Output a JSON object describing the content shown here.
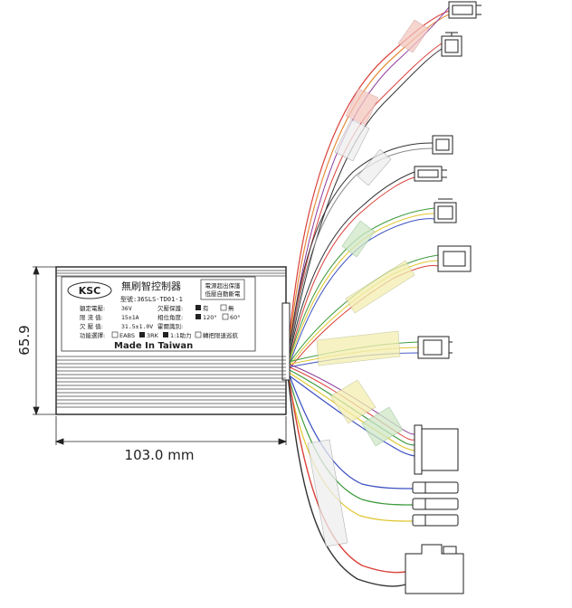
{
  "dimensions": {
    "width_label": "103.0  mm",
    "height_label": "65.9"
  },
  "label": {
    "brand": "KSC",
    "title": "無刷智控制器",
    "model": "型號:36SLS-TD01-1",
    "boxed_1": "電源超出保護",
    "boxed_2": "低壓自動斷電",
    "row1_left_label": "額定電壓:",
    "row1_left_value": "36V",
    "row1_mid_label": "欠壓保護:",
    "row1_opt_a": "有",
    "row1_opt_b": "無",
    "row2_left_label": "限 流 值:",
    "row2_left_value": "15±1A",
    "row2_mid_label": "相位角度:",
    "row2_opt_a": "120°",
    "row2_opt_b": "60°",
    "row3_left_label": "欠 壓 值:",
    "row3_left_value": "31.5±1.0V",
    "row3_mid_label": "霍爾識別:",
    "row4_left_label": "功能選擇:",
    "row4_opt_1": "EABS",
    "row4_opt_2": "3RK",
    "row4_opt_3": "1:1助力",
    "row4_opt_4": "轉把限速巡航",
    "made_in": "Made In Taiwan"
  },
  "colors": {
    "wire_red": "#d9413a",
    "wire_orange": "#e58a3a",
    "wire_green": "#3c9a3c",
    "wire_yellow": "#e0c630",
    "wire_blue": "#3b4fc0",
    "wire_purple": "#8b3a9a",
    "wire_black": "#333333",
    "wire_grey": "#8a8a8a",
    "sleeve_yellow": "#f3eeb0",
    "sleeve_pink": "#f3c7c0",
    "sleeve_green": "#cfe7c6"
  }
}
